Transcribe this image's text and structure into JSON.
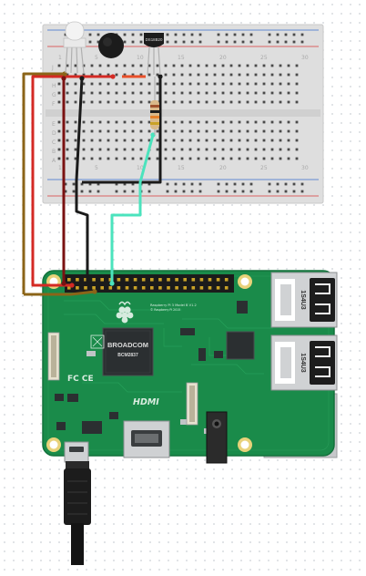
{
  "breadboard": {
    "column_numbers": [
      "1",
      "5",
      "10",
      "15",
      "20",
      "25",
      "30"
    ],
    "row_letters_top": [
      "J",
      "I",
      "H",
      "G",
      "F"
    ],
    "row_letters_bottom": [
      "E",
      "D",
      "C",
      "B",
      "A"
    ]
  },
  "components": {
    "sensor_label": "DS18B20"
  },
  "board": {
    "cpu_brand": "BROADCOM",
    "cpu_code": "BCM2837",
    "hdmi_label": "HDMI",
    "fcc_label": "FC CE",
    "usb_labels": [
      "1S4U3",
      "1S4U3"
    ]
  },
  "wire_colors": {
    "power_red": "#d42a24",
    "ground_black": "#1a1a1a",
    "data_teal": "#4be3bd",
    "data_darkred": "#7a1212",
    "data_brown": "#8b6418",
    "resistor_red": "#d42a24"
  }
}
